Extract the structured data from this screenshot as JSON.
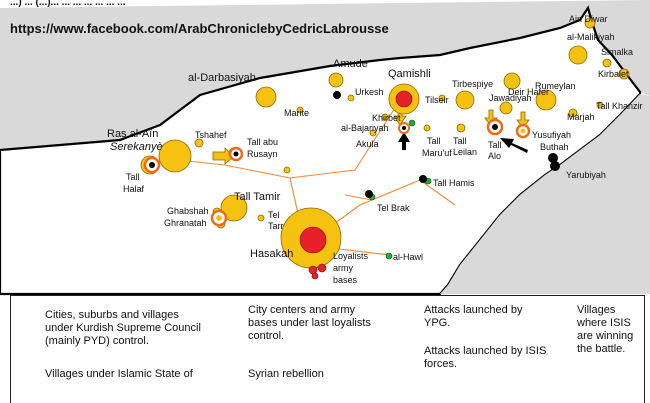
{
  "header": {
    "cutoff_text": "...) ... (...)... ... ... ... ... ... ...",
    "url": "https://www.facebook.com/ArabChroniclebyCedricLabrousse"
  },
  "places": {
    "ain_diwar": "Ain Diwar",
    "al_malikiyah": "al-Malikiyah",
    "simalka": "Simalka",
    "kirbalet": "Kirbalet",
    "tall_khanzir": "Tall Khanzir",
    "amude": "Amude",
    "qamishli": "Qamishli",
    "al_darbasiyah": "al-Darbasiyah",
    "tirbespiye": "Tirbespiye",
    "deir_hafer": "Deir Hafer",
    "jawadiyah": "Jawadiyah",
    "rumeylan": "Rumeylan",
    "urkesh": "Urkesh",
    "tilseir": "Tilseir",
    "marite": "Marite",
    "marjah": "Marjah",
    "khirbet": "Khirbet",
    "al_bajariyah": "al-Bajariyah",
    "akula": "Akula",
    "ras_al_ain": "Ras al-Aïn",
    "serekaniye": "Serekanyè",
    "tshahef": "Tshahef",
    "tall_abu_rusayn_1": "Tall abu",
    "tall_abu_rusayn_2": "Rusayn",
    "tall_leilan_1": "Tall",
    "tall_leilan_2": "Leilan",
    "tall_maruf_1": "Tall",
    "tall_maruf_2": "Maru'uf",
    "tall_alo_1": "Tall",
    "tall_alo_2": "Alo",
    "yusufiyah": "Yusufiyah",
    "butha": "Buthah",
    "yarubiyah": "Yarubiyah",
    "tall_halaf_1": "Tall",
    "tall_halaf_2": "Halaf",
    "tall_tamir": "Tall Tamir",
    "tall_hamis": "Tall Hamis",
    "ghabshah": "Ghabshah",
    "ghranatah": "Ghranatah",
    "tel_tarr_1": "Tel",
    "tel_tarr_2": "Tarr",
    "tel_brak": "Tel Brak",
    "hasakah": "Hasakah",
    "loyalists_1": "Loyalists",
    "loyalists_2": "army",
    "loyalists_3": "bases",
    "al_hawl": "al-Hawl"
  },
  "legend": {
    "kurdish": "Cities, suburbs and villages under Kurdish Supreme Council (mainly PYD) control.",
    "loyalists": "City centers and army bases under last loyalists control.",
    "ypg_attacks": "Attacks launched by YPG.",
    "isis_attacks": "Attacks launched by ISIS forces.",
    "isis_winning": "Villages where ISIS are winning the battle.",
    "isis_villages": "Villages under Islamic State of",
    "syrian_rebellion": "Syrian rebellion"
  },
  "colors": {
    "kurdish_yellow": "#f5c211",
    "loyalist_red": "#e8202a",
    "rebel_green": "#22aa33",
    "isis_black": "#000000",
    "contest_orange": "#ee6a1a",
    "road_orange": "#f08a3a"
  }
}
